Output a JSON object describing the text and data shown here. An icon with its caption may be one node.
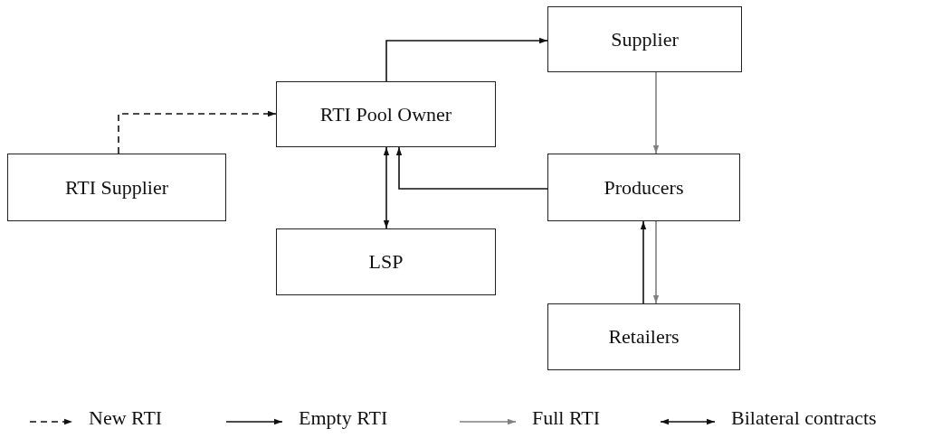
{
  "diagram": {
    "nodes": [
      {
        "text": [
          "Supplier"
        ]
      },
      {
        "text": [
          "RTI Pool Owner"
        ]
      },
      {
        "text": [
          "RTI Supplier"
        ]
      },
      {
        "text": [
          "Producers"
        ]
      },
      {
        "text": [
          "LSP"
        ]
      },
      {
        "text": [
          "Retailers"
        ]
      }
    ],
    "edges": [
      {
        "from": 2,
        "to": 1,
        "arrow": "to",
        "style": "dashed"
      },
      {
        "from": 1,
        "to": 0,
        "arrow": "to"
      },
      {
        "from": 0,
        "to": 3,
        "arrow": "to",
        "color": "#808080"
      },
      {
        "from": 3,
        "to": 1,
        "arrow": "to"
      },
      {
        "from": 1,
        "to": 4,
        "arrow": "both"
      },
      {
        "from": 3,
        "to": 5,
        "arrow": "to",
        "color": "#808080"
      },
      {
        "from": 5,
        "to": 3,
        "arrow": "to"
      }
    ],
    "legend": [
      {
        "text": "New RTI"
      },
      {
        "text": "Empty RTI"
      },
      {
        "text": "Full RTI"
      },
      {
        "text": "Bilateral contracts"
      }
    ]
  }
}
